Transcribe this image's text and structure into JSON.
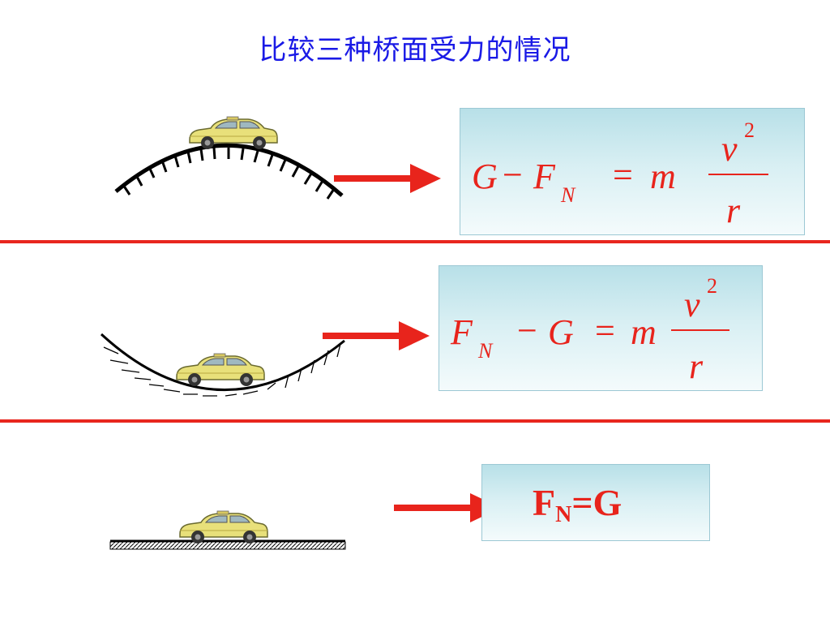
{
  "title": "比较三种桥面受力的情况",
  "cases": [
    {
      "name": "convex-bridge",
      "formula": {
        "lhs_a": "G",
        "op1": "−",
        "lhs_b": "F",
        "lhs_b_sub": "N",
        "eq": "=",
        "m": "m",
        "num": "v",
        "num_sup": "2",
        "den": "r"
      }
    },
    {
      "name": "concave-bridge",
      "formula": {
        "lhs_a": "F",
        "lhs_a_sub": "N",
        "op1": "−",
        "lhs_b": "G",
        "eq": "=",
        "m": "m",
        "num": "v",
        "num_sup": "2",
        "den": "r"
      }
    },
    {
      "name": "flat-bridge",
      "formula": {
        "main": "F",
        "sub": "N",
        "rest": "=G"
      }
    }
  ],
  "colors": {
    "title": "#1a1ae6",
    "formula": "#e8241c",
    "arrow": "#e8241c",
    "divider": "#e8261e",
    "road": "#000000"
  }
}
